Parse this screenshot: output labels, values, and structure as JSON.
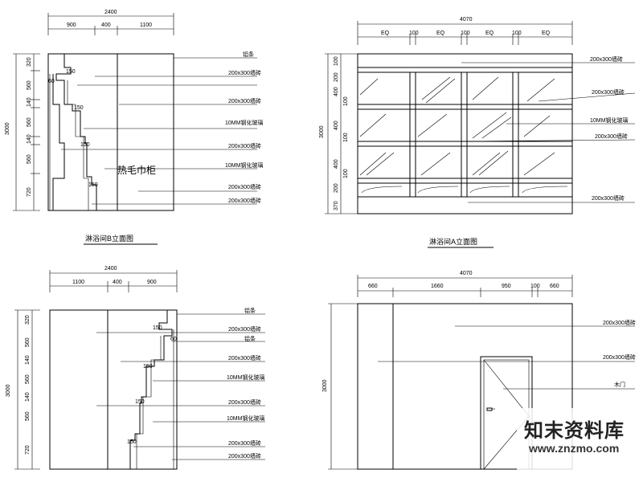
{
  "panel_tl": {
    "overall_dim": "2400",
    "seg_dims": [
      "900",
      "400",
      "1100"
    ],
    "height_dim": "3000",
    "v_dims": [
      "320",
      "560",
      "140",
      "560",
      "140",
      "560",
      "720"
    ],
    "step_labels": [
      "150",
      "60",
      "150",
      "150",
      "150"
    ],
    "callouts": [
      "铝条",
      "200x300墙砖",
      "200x300墙砖",
      "10MM钢化玻璃",
      "200x300墙砖",
      "10MM钢化玻璃",
      "200x300墙砖",
      "200x300墙砖"
    ],
    "center_label": "热毛巾柜",
    "caption": "淋浴间B立面图"
  },
  "panel_tr": {
    "overall_dim": "4070",
    "seg_dims": [
      "EQ",
      "100",
      "EQ",
      "100",
      "EQ",
      "100",
      "EQ"
    ],
    "height_dim": "3000",
    "v_dims": [
      "100",
      "200",
      "400",
      "100",
      "400",
      "100",
      "400",
      "100",
      "200",
      "370"
    ],
    "callouts": [
      "200x300墙砖",
      "200x300墙砖",
      "10MM钢化玻璃",
      "200x300墙砖",
      "200x300墙砖"
    ],
    "caption": "淋浴间A立面图"
  },
  "panel_bl": {
    "overall_dim": "2400",
    "seg_dims": [
      "1100",
      "400",
      "900"
    ],
    "height_dim": "3000",
    "v_dims": [
      "320",
      "560",
      "140",
      "560",
      "140",
      "560",
      "720"
    ],
    "step_labels": [
      "150",
      "60",
      "150",
      "150",
      "150"
    ],
    "callouts": [
      "铝条",
      "200x300墙砖",
      "铝条",
      "200x300墙砖",
      "10MM钢化玻璃",
      "200x300墙砖",
      "10MM钢化玻璃",
      "200x300墙砖",
      "200x300墙砖"
    ]
  },
  "panel_br": {
    "overall_dim": "4070",
    "seg_dims": [
      "660",
      "1660",
      "950",
      "100",
      "660"
    ],
    "height_dim": "3000",
    "callouts": [
      "200x300墙砖",
      "200x300墙砖",
      "木门"
    ]
  },
  "watermark": {
    "title": "知末资料库",
    "url": "www.znzmo.com"
  }
}
